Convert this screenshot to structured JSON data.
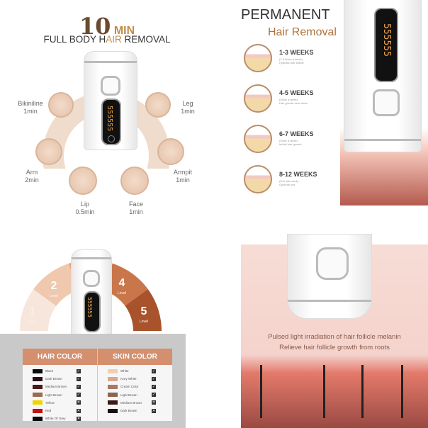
{
  "q1": {
    "headline_number": "10",
    "headline_unit": "MIN",
    "subtitle_a": "FULL BODY H",
    "subtitle_b": "AIR",
    "subtitle_c": " REMOVAL",
    "areas": [
      {
        "name": "Bikiniline",
        "time": "1min"
      },
      {
        "name": "Leg",
        "time": "1min"
      },
      {
        "name": "Arm",
        "time": "2min"
      },
      {
        "name": "Armpit",
        "time": "1min"
      },
      {
        "name": "Lip",
        "time": "0.5min"
      },
      {
        "name": "Face",
        "time": "1min"
      }
    ],
    "display_digits": "555555"
  },
  "q2": {
    "title": "PERMANENT",
    "subtitle": "Hair Removal",
    "weeks": [
      {
        "label": "1-3 WEEKS",
        "line1": "(1-3 times a week)",
        "line2": "Hydratic hair follicle"
      },
      {
        "label": "4-5 WEEKS",
        "line1": "(Once a week)",
        "line2": "Hair growth slow down"
      },
      {
        "label": "6-7 WEEKS",
        "line1": "(Once a week)",
        "line2": "Inhibit hair growth"
      },
      {
        "label": "8-12 WEEKS",
        "line1": "(Get side work)",
        "line2": "Optional use"
      }
    ]
  },
  "q3": {
    "levels": [
      {
        "num": "1",
        "word": "Level"
      },
      {
        "num": "2",
        "word": "Level"
      },
      {
        "num": "4",
        "word": "Level"
      },
      {
        "num": "5",
        "word": "Level"
      }
    ],
    "hair": {
      "title": "HAIR COLOR",
      "items": [
        {
          "name": "Black",
          "color": "#0a0a0a",
          "ok": true
        },
        {
          "name": "Dark Brown",
          "color": "#2a1014",
          "ok": true
        },
        {
          "name": "Medium Brown",
          "color": "#4a1a18",
          "ok": true
        },
        {
          "name": "Light Brown",
          "color": "#9a6a55",
          "ok": true
        },
        {
          "name": "Yellow",
          "color": "#f2d400",
          "ok": false
        },
        {
          "name": "Red",
          "color": "#c81010",
          "ok": false
        },
        {
          "name": "White Of Grey",
          "color": "#0a0a0a",
          "ok": false
        }
      ]
    },
    "skin": {
      "title": "SKIN COLOR",
      "items": [
        {
          "name": "White",
          "color": "#f3cdb3",
          "ok": true
        },
        {
          "name": "Ivory White",
          "color": "#d9a98e",
          "ok": true
        },
        {
          "name": "Cream Color",
          "color": "#a77a62",
          "ok": true
        },
        {
          "name": "Light Brown",
          "color": "#8a6650",
          "ok": true
        },
        {
          "name": "Medium Brown",
          "color": "#3a1a18",
          "ok": false
        },
        {
          "name": "Dark Brown",
          "color": "#1e0e10",
          "ok": false
        }
      ]
    }
  },
  "q4": {
    "line1": "Pulsed light irradiation of hair follicle melanin",
    "line2": "Relieve hair follicle growth from roots"
  },
  "check": "✓",
  "cross": "✕"
}
